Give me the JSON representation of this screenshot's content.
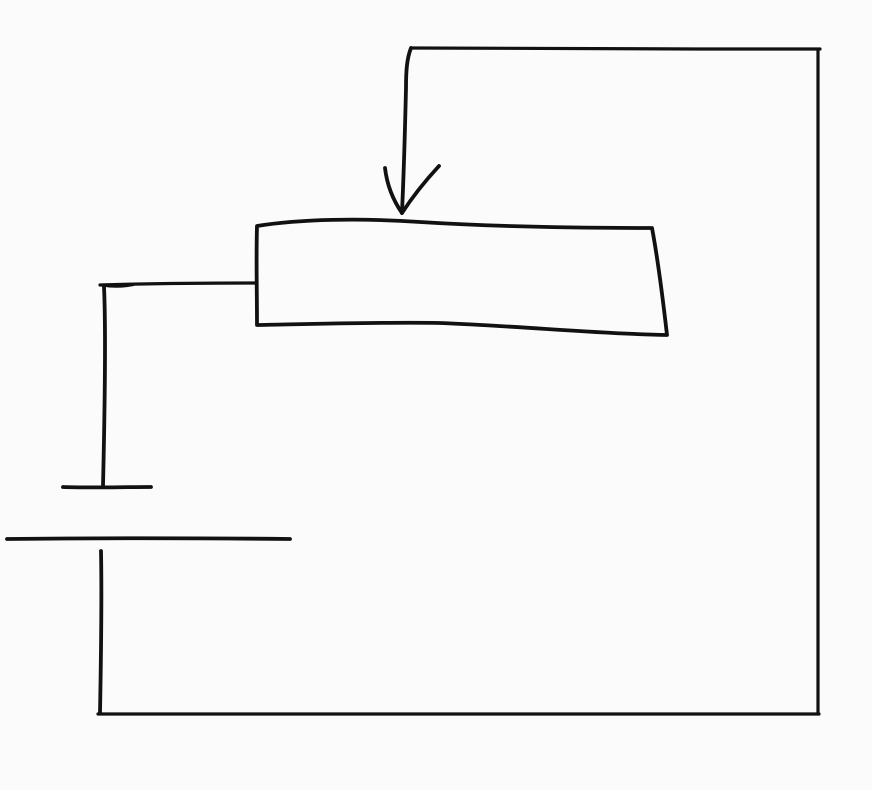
{
  "diagram": {
    "kind": "hand-drawn circuit sketch",
    "components": [
      {
        "name": "variable-resistor",
        "icon": "resistor-rectangle-icon"
      },
      {
        "name": "wiper-arrow",
        "icon": "arrow-down-icon"
      },
      {
        "name": "battery-cell",
        "icon": "battery-icon"
      }
    ],
    "colors": {
      "background": "#fbfbfb",
      "ink": "#111111"
    }
  }
}
